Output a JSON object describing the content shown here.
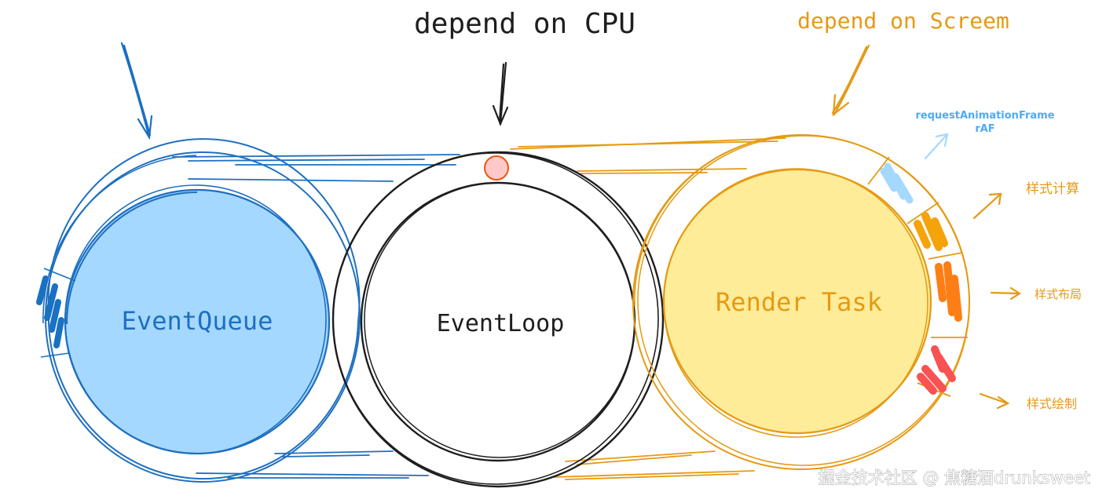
{
  "labels": {
    "depend_cpu": "depend on CPU",
    "depend_screen": "depend on Screem",
    "event_queue": "EventQueue",
    "event_loop": "EventLoop",
    "render_task": "Render Task",
    "raf_full": "requestAnimationFrame",
    "raf_short": "rAF",
    "style_calc": "样式计算",
    "style_layout": "样式布局",
    "style_paint": "样式绘制",
    "watermark": "掘金技术社区 @ 焦糖酒drunksweet"
  },
  "colors": {
    "blue_stroke": "#1e6fc0",
    "blue_fill": "#a5d8ff",
    "black_stroke": "#1e1e1e",
    "orange_stroke": "#e59a14",
    "yellow_fill": "#ffec99",
    "dot_fill": "#ffc9c9",
    "dot_stroke": "#e8590c",
    "raf_blue": "#4dabf7",
    "light_blue_mark": "#a5d8ff",
    "amber_mark": "#f5a30a",
    "orange_mark": "#fd7e14",
    "red_mark": "#fa5252",
    "dark_blue_mark": "#1971c2"
  }
}
